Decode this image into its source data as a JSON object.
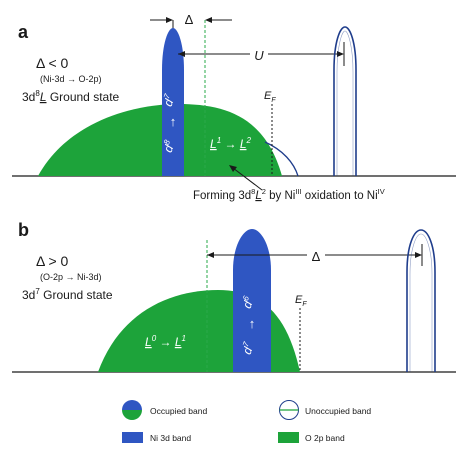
{
  "panel_a": {
    "label": "a",
    "delta_condition": "Δ < 0",
    "transfer": "(Ni-3d → O-2p)",
    "ground_state_pre": "3d",
    "ground_state_sup": "8",
    "ground_state_L": "L",
    "ground_state_post": " Ground state",
    "delta_symbol": "Δ",
    "u_symbol": "U",
    "ef_main": "E",
    "ef_sub": "F",
    "d_top": "d",
    "d_top_sup": "7",
    "arrow": "↑",
    "d_bottom": "d",
    "d_bottom_sup": "8",
    "ligand_L1": "L",
    "ligand_L1_sup": "1",
    "ligand_arrow": " → ",
    "ligand_L2": "L",
    "ligand_L2_sup": "2",
    "annotation_pre": "Forming 3d",
    "annotation_sup8": "8",
    "annotation_L": "L",
    "annotation_sup2": "2",
    "annotation_mid": " by Ni",
    "annotation_supIII": "III",
    "annotation_mid2": " oxidation to Ni",
    "annotation_supIV": "IV"
  },
  "panel_b": {
    "label": "b",
    "delta_condition": "Δ > 0",
    "transfer": "(O-2p → Ni-3d)",
    "ground_state_pre": "3d",
    "ground_state_sup": "7",
    "ground_state_post": " Ground state",
    "delta_symbol": "Δ",
    "ef_main": "E",
    "ef_sub": "F",
    "d_top": "d",
    "d_top_sup": "6",
    "arrow": "↑",
    "d_bottom": "d",
    "d_bottom_sup": "7",
    "ligand_L0": "L",
    "ligand_L0_sup": "0",
    "ligand_arrow": " → ",
    "ligand_L1": "L",
    "ligand_L1_sup": "1"
  },
  "legend": {
    "occupied": "Occupied band",
    "unoccupied": "Unoccupied band",
    "ni3d": "Ni 3d band",
    "o2p": "O 2p band"
  },
  "colors": {
    "green": "#1da33a",
    "blue": "#2f56c2",
    "navy": "#1f3d8c"
  }
}
